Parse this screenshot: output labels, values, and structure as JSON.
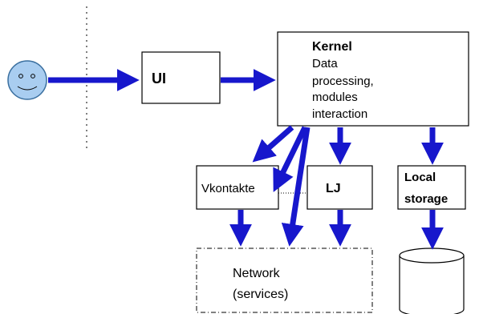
{
  "nodes": {
    "ui": {
      "label": "UI"
    },
    "kernel": {
      "title": "Kernel",
      "description_lines": [
        "Data",
        "processing,",
        "modules",
        "interaction"
      ]
    },
    "vkontakte": {
      "label": "Vkontakte"
    },
    "lj": {
      "label": "LJ"
    },
    "local_storage": {
      "label_lines": [
        "Local",
        "storage"
      ]
    },
    "network": {
      "label_lines": [
        "Network",
        "(services)"
      ]
    }
  },
  "colors": {
    "arrow": "#1717cc",
    "face_fill": "#a9cdf0",
    "box_stroke": "#000000",
    "dashed_stroke": "#000000"
  },
  "icons": {
    "user": "smiley-face-icon",
    "storage": "database-cylinder-icon"
  }
}
